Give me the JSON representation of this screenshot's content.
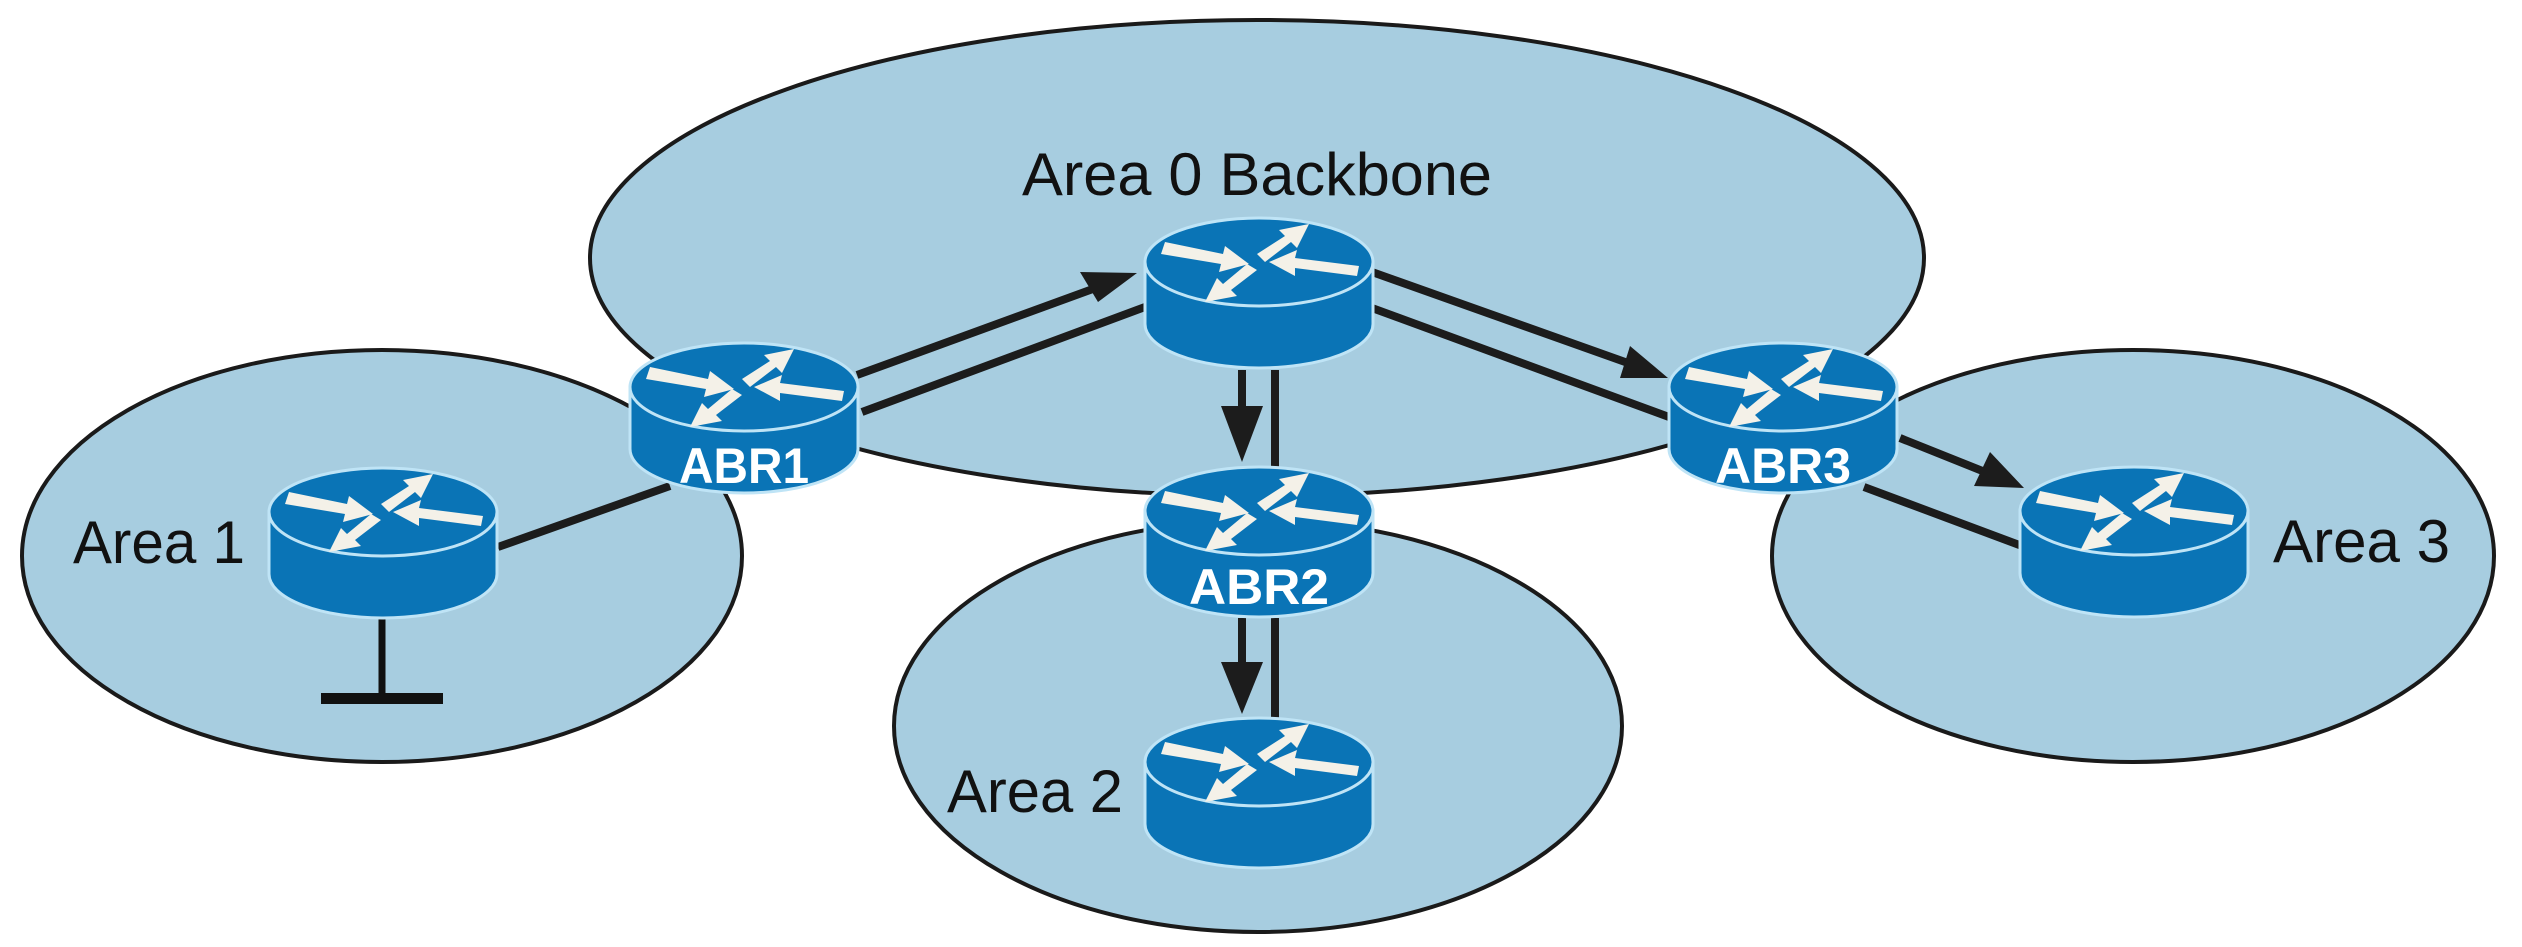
{
  "title": "OSPF multi-area topology with Area Border Routers",
  "colors": {
    "area_fill": "#a7cde0",
    "router": "#0a74b6",
    "router_outline": "#bfe4f6",
    "link": "#1c1c1c",
    "text": "#111111",
    "router_label": "#ffffff"
  },
  "areas": [
    {
      "id": "area0",
      "label": "Area 0 Backbone"
    },
    {
      "id": "area1",
      "label": "Area 1"
    },
    {
      "id": "area2",
      "label": "Area 2"
    },
    {
      "id": "area3",
      "label": "Area 3"
    }
  ],
  "routers": [
    {
      "id": "backbone",
      "label": "",
      "area": "area0",
      "icon": "router-icon"
    },
    {
      "id": "abr1",
      "label": "ABR1",
      "area": "area0/area1",
      "icon": "router-icon"
    },
    {
      "id": "abr2",
      "label": "ABR2",
      "area": "area0/area2",
      "icon": "router-icon"
    },
    {
      "id": "abr3",
      "label": "ABR3",
      "area": "area0/area3",
      "icon": "router-icon"
    },
    {
      "id": "r1",
      "label": "",
      "area": "area1",
      "icon": "router-icon",
      "attached": "network-segment"
    },
    {
      "id": "r2",
      "label": "",
      "area": "area2",
      "icon": "router-icon"
    },
    {
      "id": "r3",
      "label": "",
      "area": "area3",
      "icon": "router-icon"
    }
  ],
  "links": [
    {
      "from": "abr1",
      "to": "backbone",
      "directed": true
    },
    {
      "from": "abr1",
      "to": "backbone",
      "directed": false
    },
    {
      "from": "backbone",
      "to": "abr3",
      "directed": true
    },
    {
      "from": "backbone",
      "to": "abr3",
      "directed": false
    },
    {
      "from": "backbone",
      "to": "abr2",
      "directed": true
    },
    {
      "from": "backbone",
      "to": "abr2",
      "directed": false
    },
    {
      "from": "abr2",
      "to": "r2",
      "directed": true
    },
    {
      "from": "abr2",
      "to": "r2",
      "directed": false
    },
    {
      "from": "abr3",
      "to": "r3",
      "directed": true
    },
    {
      "from": "abr3",
      "to": "r3",
      "directed": false
    },
    {
      "from": "r1",
      "to": "abr1",
      "directed": false
    }
  ]
}
